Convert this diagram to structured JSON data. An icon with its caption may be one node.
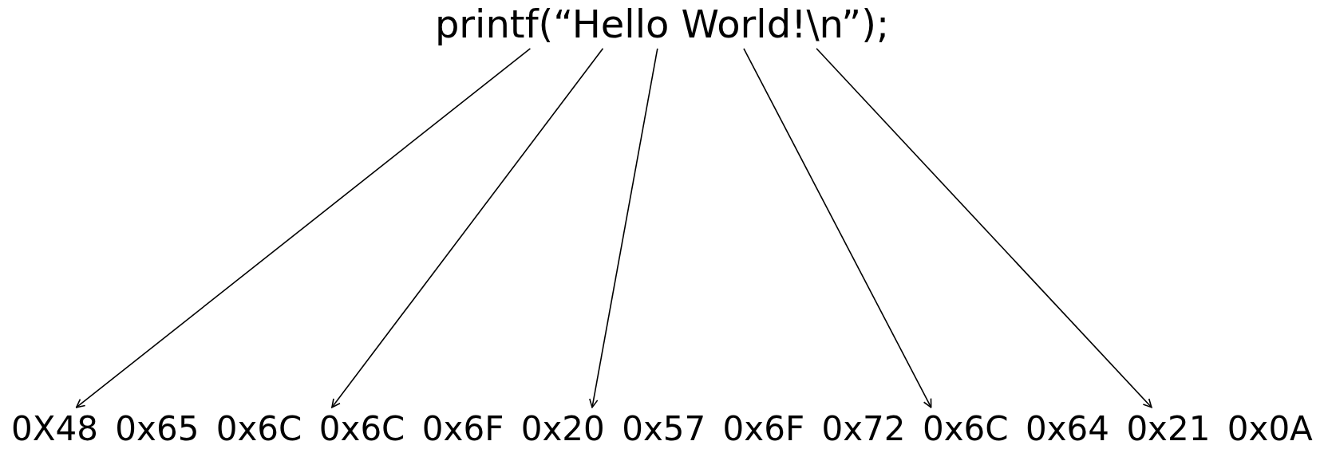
{
  "diagram": {
    "nodes": [
      {
        "text": [
          "printf(“Hello World!\\n”);"
        ]
      },
      {
        "text": [
          "0X48"
        ]
      },
      {
        "text": [
          "0x65"
        ]
      },
      {
        "text": [
          "0x6C"
        ]
      },
      {
        "text": [
          "0x6C"
        ]
      },
      {
        "text": [
          "0x6F"
        ]
      },
      {
        "text": [
          "0x20"
        ]
      },
      {
        "text": [
          "0x57"
        ]
      },
      {
        "text": [
          "0x6F"
        ]
      },
      {
        "text": [
          "0x72"
        ]
      },
      {
        "text": [
          "0x6C"
        ]
      },
      {
        "text": [
          "0x64"
        ]
      },
      {
        "text": [
          "0x21"
        ]
      },
      {
        "text": [
          "0x0A"
        ]
      }
    ],
    "edges": [
      {
        "from": 0,
        "to": 1,
        "arrow": "to"
      },
      {
        "from": 0,
        "to": 4,
        "arrow": "to"
      },
      {
        "from": 0,
        "to": 6,
        "arrow": "to"
      },
      {
        "from": 0,
        "to": 10,
        "arrow": "to"
      },
      {
        "from": 0,
        "to": 12,
        "arrow": "to"
      }
    ]
  }
}
